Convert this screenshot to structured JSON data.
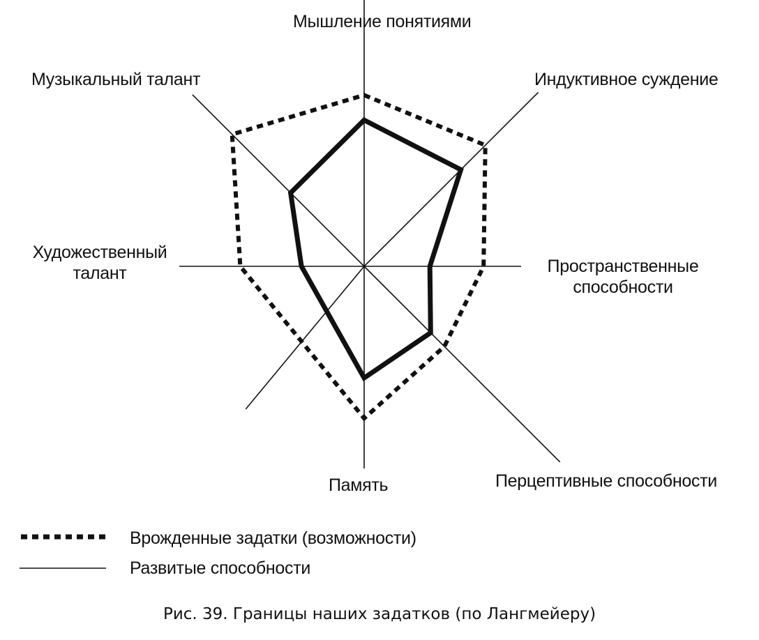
{
  "chart_data": {
    "type": "radar",
    "axes": [
      "Мышление понятиями",
      "Индуктивное суждение",
      "Пространственные способности",
      "Перцептивные способности",
      "Память",
      "Художественный талант",
      "Музыкальный талант"
    ],
    "axis_display": {
      "concept_thinking": "Мышление понятиями",
      "inductive_reasoning": "Индуктивное суждение",
      "spatial_line1": "Пространственные",
      "spatial_line2": "способности",
      "perceptual": "Перцептивные способности",
      "memory": "Память",
      "artistic_line1": "Художественный",
      "artistic_line2": "талант",
      "musical": "Музыкальный талант"
    },
    "series": [
      {
        "name": "Врожденные задатки (возможности)",
        "style": "dotted",
        "values": [
          0.89,
          0.89,
          0.8,
          0.76,
          0.79,
          0.83,
          0.97
        ]
      },
      {
        "name": "Развитые способности",
        "style": "solid",
        "values": [
          0.76,
          0.71,
          0.44,
          0.63,
          0.58,
          0.42,
          0.54
        ]
      }
    ],
    "range": [
      0,
      1
    ],
    "grid": false
  },
  "legend": {
    "items": [
      {
        "label": "Врожденные задатки (возможности)",
        "style": "dotted"
      },
      {
        "label": "Развитые способности",
        "style": "solid"
      }
    ]
  },
  "caption": "Рис. 39. Границы наших задатков (по Лангмейеру)",
  "colors": {
    "ink": "#111111",
    "background": "#ffffff"
  }
}
